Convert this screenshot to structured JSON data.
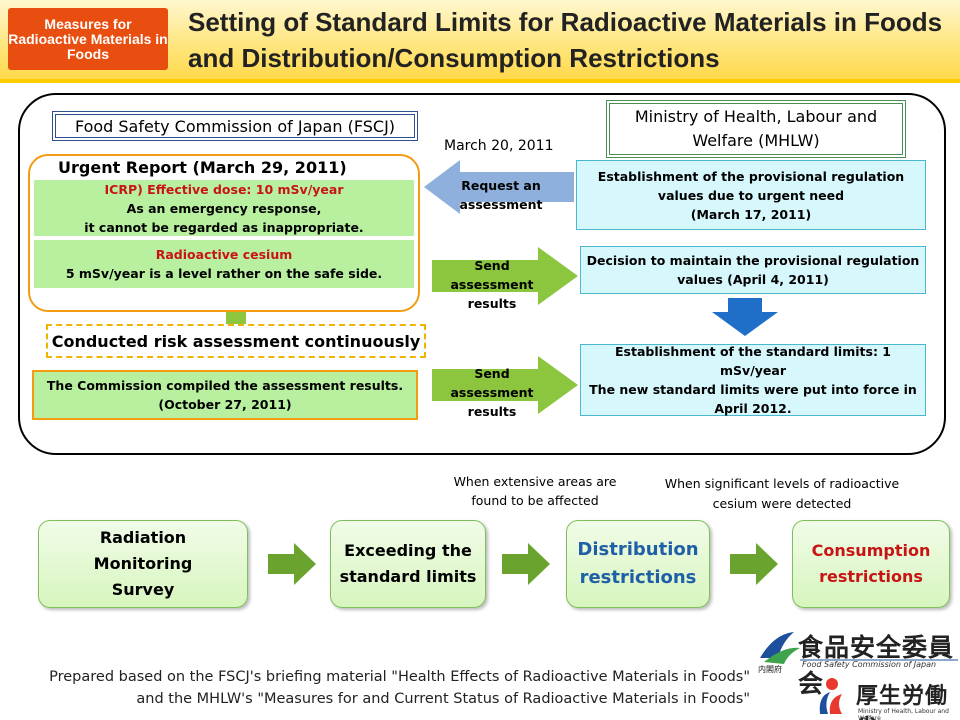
{
  "header": {
    "tag": "Measures for Radioactive Materials in Foods",
    "title": "Setting of Standard Limits for Radioactive Materials in Foods and Distribution/Consumption Restrictions"
  },
  "fscj": {
    "name": "Food Safety Commission of Japan (FSCJ)",
    "urgent_title": "Urgent Report (March 29, 2011)",
    "band1_red": "ICRP) Effective dose: 10 mSv/year",
    "band1_line2": "As an emergency response,",
    "band1_line3": "it cannot be regarded as inappropriate.",
    "band2_red": "Radioactive cesium",
    "band2_line2": "5 mSv/year is a level rather on the safe side.",
    "conducted": "Conducted risk assessment continuously",
    "compiled_line1": "The Commission compiled the assessment results.",
    "compiled_line2": "(October 27, 2011)"
  },
  "mhlw": {
    "name": "Ministry of Health, Labour and Welfare (MHLW)",
    "est_prov_line1": "Establishment of the provisional regulation",
    "est_prov_line2": "values due to urgent need",
    "est_prov_line3": "(March 17, 2011)",
    "decision_line1": "Decision to maintain the provisional regulation",
    "decision_line2": "values (April 4, 2011)",
    "est_std_line1": "Establishment of the standard limits: 1 mSv/year",
    "est_std_line2": "The new standard limits were put into force in",
    "est_std_line3": "April 2012."
  },
  "arrows": {
    "date": "March 20, 2011",
    "request": "Request an assessment",
    "send": "Send assessment results"
  },
  "flow": {
    "step1": "Radiation Monitoring Survey",
    "step2": "Exceeding the standard limits",
    "step3": "Distribution restrictions",
    "step4": "Consumption restrictions",
    "note_distribution": "When extensive areas are found to be affected",
    "note_consumption": "When significant levels of radioactive cesium were detected"
  },
  "footer": {
    "note": "Prepared based on the FSCJ's briefing material \"Health Effects of Radioactive Materials in Foods\" and the MHLW's \"Measures for and Current Status of Radioactive Materials in Foods\""
  },
  "logos": {
    "fsc_jp": "食品安全委員会",
    "fsc_en": "Food Safety Commission of Japan",
    "cabinet": "内閣府",
    "mhlw_jp": "厚生労働省",
    "mhlw_en": "Ministry of Health, Labour and Welfare"
  },
  "colors": {
    "orange": "#e84e0f",
    "green_fill": "#b9f0a0",
    "cyan_fill": "#d6f7fc",
    "blue_arrow": "#1f5fa8",
    "red_text": "#c81414"
  }
}
